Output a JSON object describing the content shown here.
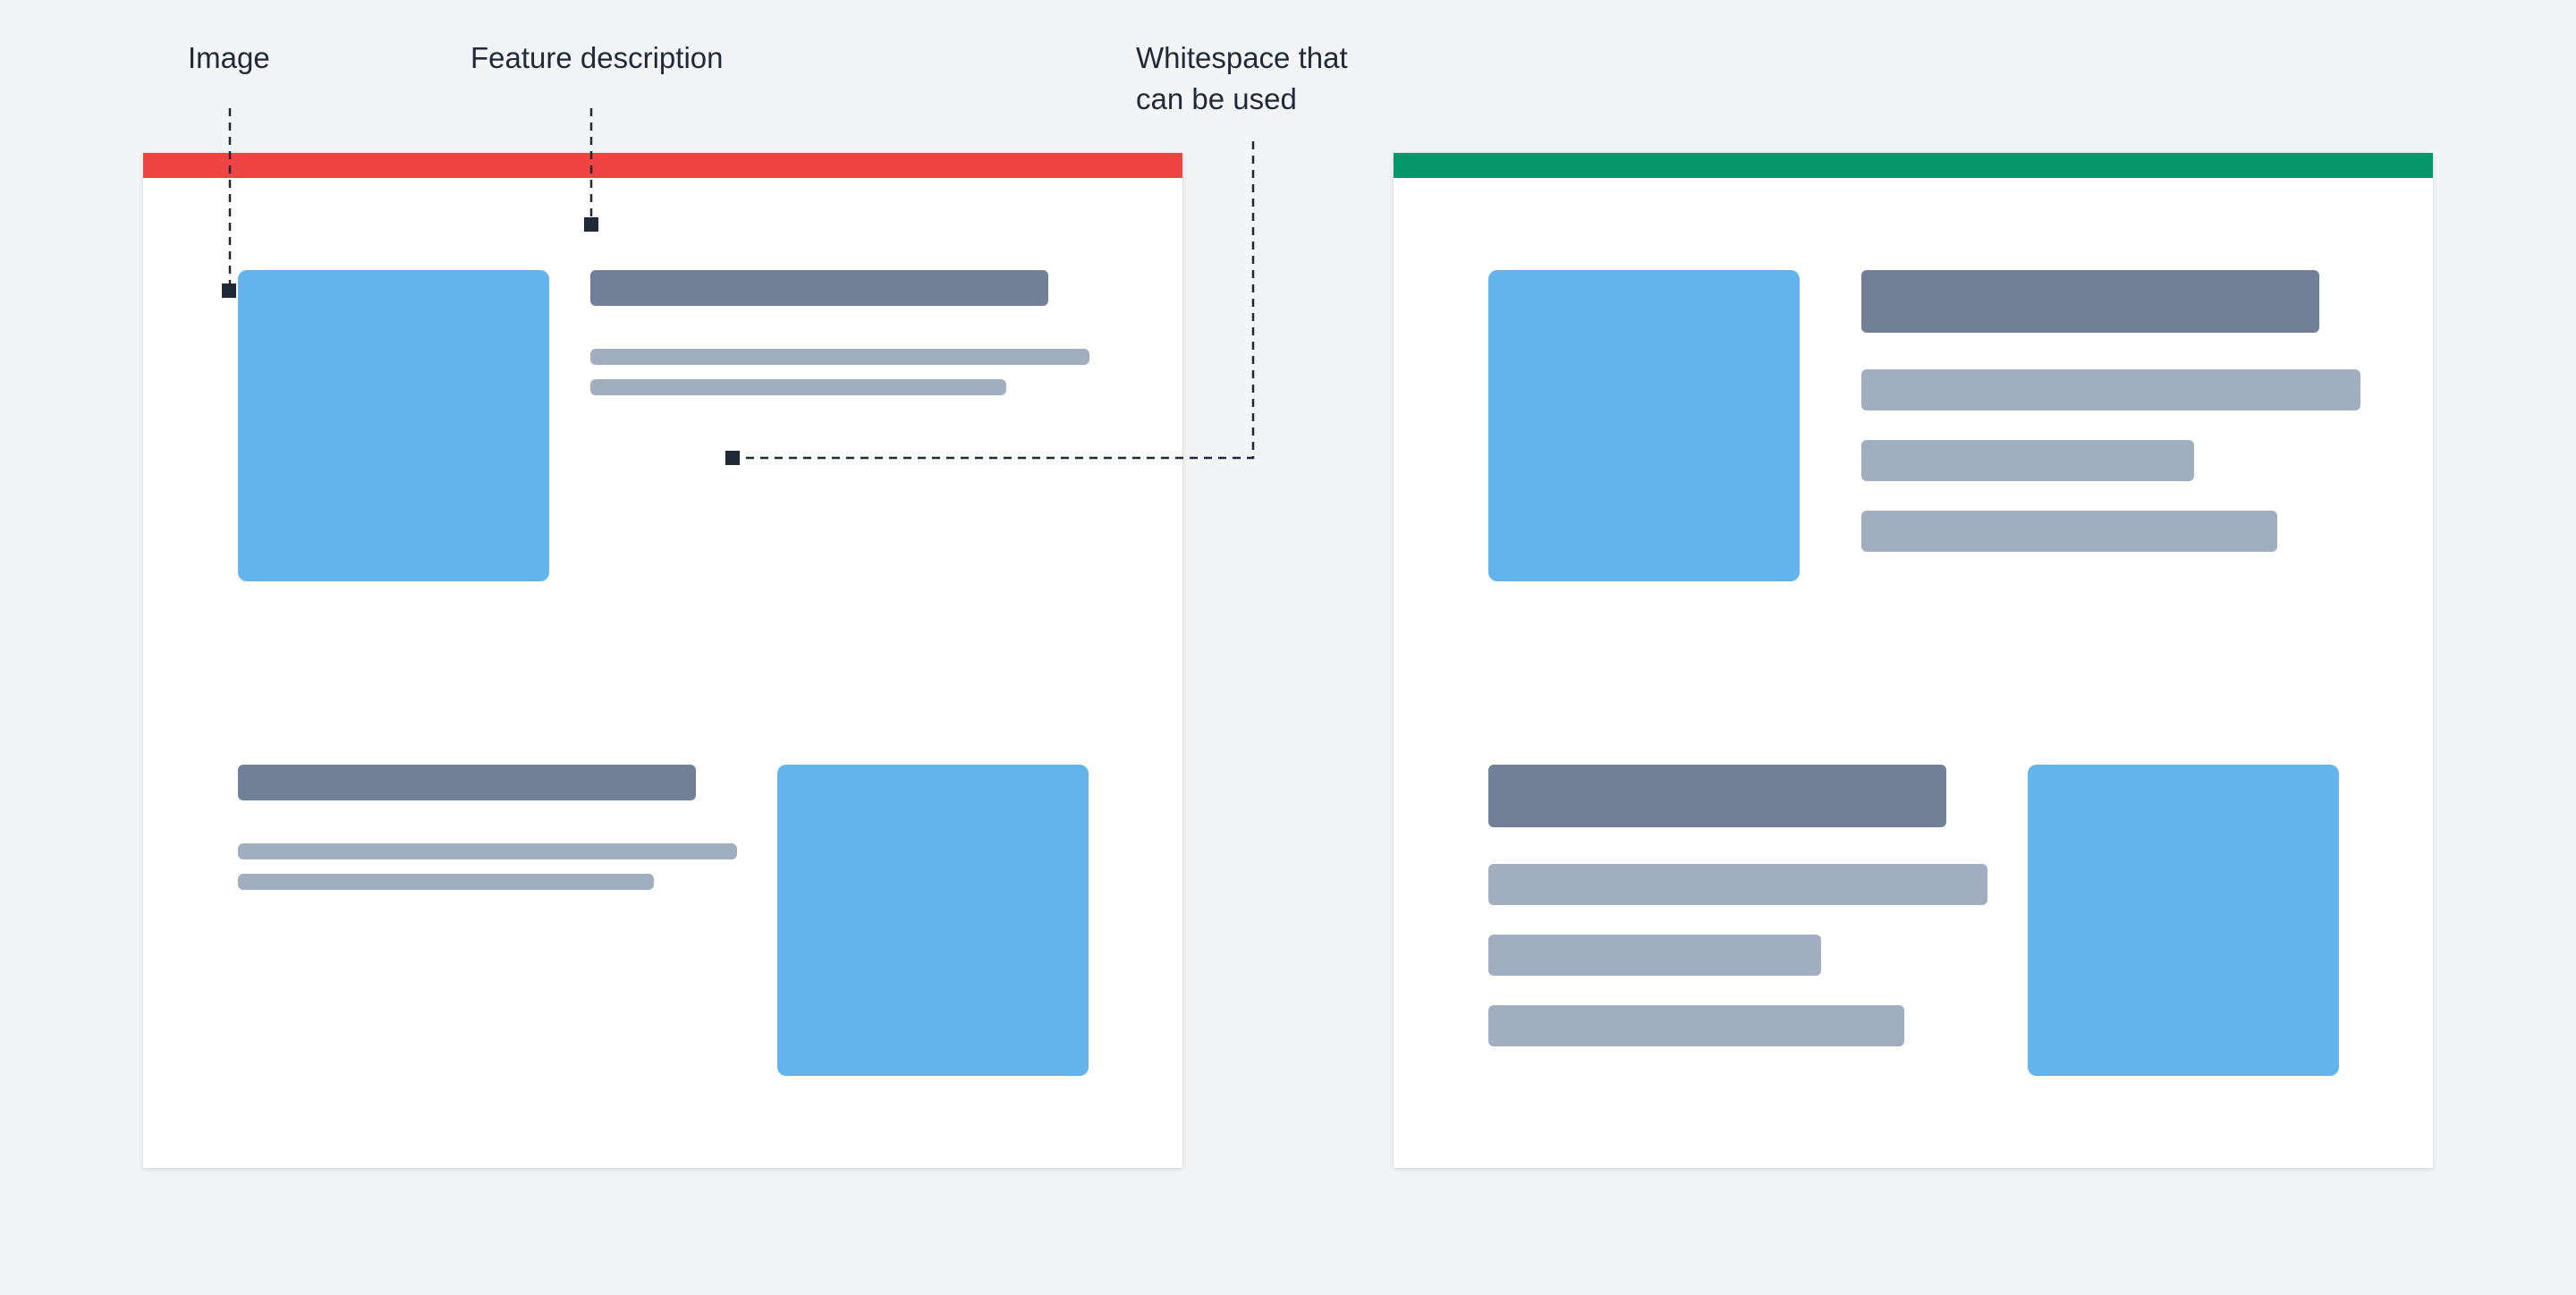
{
  "annotations": {
    "image_label": "Image",
    "feature_label": "Feature description",
    "whitespace_label": {
      "line1": "Whitespace that",
      "line2": "can be used"
    }
  },
  "colors": {
    "page_background": "#f3f4f6",
    "bad_accent": "#ef4444",
    "good_accent": "#059669",
    "image_block": "#63b3ed",
    "heading_block": "#718096",
    "text_block": "#a0aec0",
    "marker": "#1f2937"
  },
  "icons": {
    "marker": "square-marker-icon"
  }
}
